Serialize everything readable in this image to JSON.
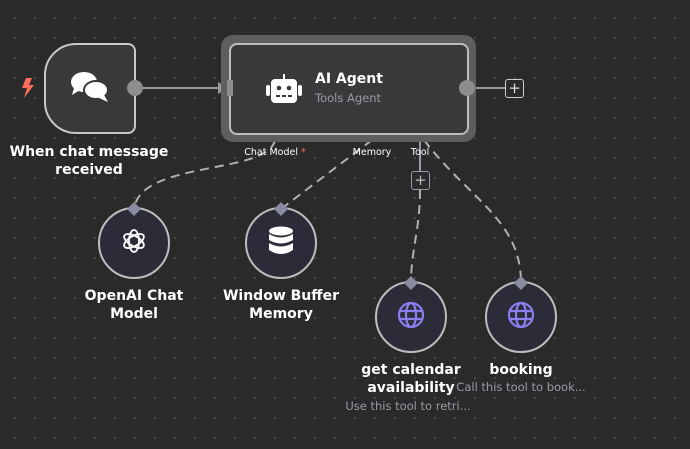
{
  "trigger": {
    "label": "When chat message received",
    "icon": "chat-bubbles-icon",
    "bolt_icon": "lightning-icon",
    "bolt_color": "#ff6d5a"
  },
  "agent": {
    "title": "AI Agent",
    "subtitle": "Tools Agent",
    "icon": "robot-icon",
    "ports": {
      "chat_model": "Chat Model",
      "required_mark": "*",
      "memory": "Memory",
      "tool": "Tool"
    },
    "add_label": "+"
  },
  "sub_nodes": [
    {
      "label_1": "OpenAI Chat",
      "label_2": "Model",
      "icon": "openai-icon"
    },
    {
      "label_1": "Window Buffer",
      "label_2": "Memory",
      "icon": "database-icon"
    },
    {
      "label_1": "get calendar",
      "label_2": "availability",
      "hint": "Use this tool to retri...",
      "icon": "globe-icon"
    },
    {
      "label_1": "booking",
      "hint": "Call this tool to book...",
      "icon": "globe-icon"
    }
  ],
  "colors": {
    "accent": "#8b7ff0",
    "background": "#2a2a2a"
  }
}
